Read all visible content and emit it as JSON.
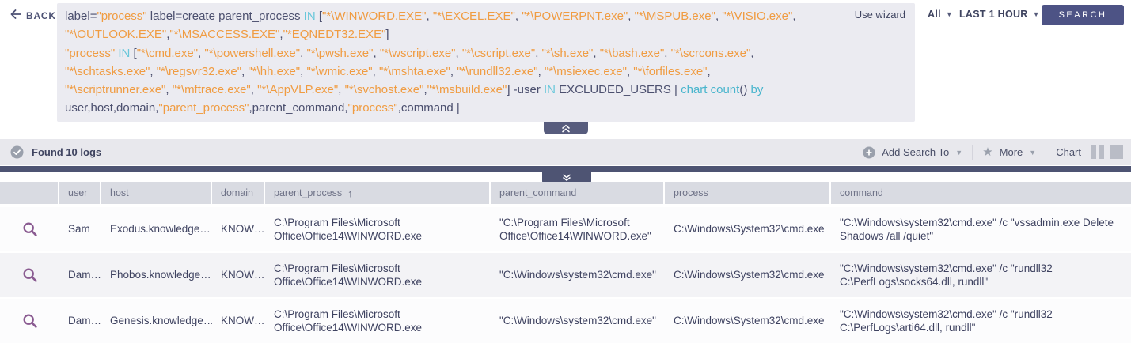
{
  "header": {
    "back_label": "BACK",
    "use_wizard": "Use wizard",
    "scope_label": "All",
    "time_range": "LAST 1 HOUR",
    "search_button": "SEARCH"
  },
  "query": {
    "lines": [
      [
        [
          "d",
          "label="
        ],
        [
          "s",
          "\"process\""
        ],
        [
          "d",
          " label=create parent_process "
        ],
        [
          "k",
          "IN"
        ],
        [
          "d",
          " ["
        ],
        [
          "s",
          "\"*\\WINWORD.EXE\""
        ],
        [
          "d",
          ", "
        ],
        [
          "s",
          "\"*\\EXCEL.EXE\""
        ],
        [
          "d",
          ", "
        ],
        [
          "s",
          "\"*\\POWERPNT.exe\""
        ],
        [
          "d",
          ", "
        ],
        [
          "s",
          "\"*\\MSPUB.exe\""
        ],
        [
          "d",
          ", "
        ],
        [
          "s",
          "\"*\\VISIO.exe\""
        ],
        [
          "d",
          ","
        ]
      ],
      [
        [
          "s",
          "\"*\\OUTLOOK.EXE\""
        ],
        [
          "d",
          ","
        ],
        [
          "s",
          "\"*\\MSACCESS.EXE\""
        ],
        [
          "d",
          ","
        ],
        [
          "s",
          "\"*EQNEDT32.EXE\""
        ],
        [
          "d",
          "]"
        ]
      ],
      [
        [
          "s",
          "\"process\""
        ],
        [
          "d",
          " "
        ],
        [
          "k",
          "IN"
        ],
        [
          "d",
          " ["
        ],
        [
          "s",
          "\"*\\cmd.exe\""
        ],
        [
          "d",
          ", "
        ],
        [
          "s",
          "\"*\\powershell.exe\""
        ],
        [
          "d",
          ", "
        ],
        [
          "s",
          "\"*\\pwsh.exe\""
        ],
        [
          "d",
          ", "
        ],
        [
          "s",
          "\"*\\wscript.exe\""
        ],
        [
          "d",
          ", "
        ],
        [
          "s",
          "\"*\\cscript.exe\""
        ],
        [
          "d",
          ", "
        ],
        [
          "s",
          "\"*\\sh.exe\""
        ],
        [
          "d",
          ", "
        ],
        [
          "s",
          "\"*\\bash.exe\""
        ],
        [
          "d",
          ", "
        ],
        [
          "s",
          "\"*\\scrcons.exe\""
        ],
        [
          "d",
          ","
        ]
      ],
      [
        [
          "s",
          "\"*\\schtasks.exe\""
        ],
        [
          "d",
          ", "
        ],
        [
          "s",
          "\"*\\regsvr32.exe\""
        ],
        [
          "d",
          ", "
        ],
        [
          "s",
          "\"*\\hh.exe\""
        ],
        [
          "d",
          ", "
        ],
        [
          "s",
          "\"*\\wmic.exe\""
        ],
        [
          "d",
          ", "
        ],
        [
          "s",
          "\"*\\mshta.exe\""
        ],
        [
          "d",
          ", "
        ],
        [
          "s",
          "\"*\\rundll32.exe\""
        ],
        [
          "d",
          ", "
        ],
        [
          "s",
          "\"*\\msiexec.exe\""
        ],
        [
          "d",
          ", "
        ],
        [
          "s",
          "\"*\\forfiles.exe\""
        ],
        [
          "d",
          ","
        ]
      ],
      [
        [
          "s",
          "\"*\\scriptrunner.exe\""
        ],
        [
          "d",
          ", "
        ],
        [
          "s",
          "\"*\\mftrace.exe\""
        ],
        [
          "d",
          ", "
        ],
        [
          "s",
          "\"*\\AppVLP.exe\""
        ],
        [
          "d",
          ", "
        ],
        [
          "s",
          "\"*\\svchost.exe\""
        ],
        [
          "d",
          ","
        ],
        [
          "s",
          "\"*\\msbuild.exe\""
        ],
        [
          "d",
          "] -user "
        ],
        [
          "k",
          "IN"
        ],
        [
          "d",
          " EXCLUDED_USERS | "
        ],
        [
          "f",
          "chart count"
        ],
        [
          "d",
          "()"
        ],
        [
          "f",
          " by"
        ]
      ],
      [
        [
          "d",
          "user,host,domain,"
        ],
        [
          "s",
          "\"parent_process\""
        ],
        [
          "d",
          ",parent_command,"
        ],
        [
          "s",
          "\"process\""
        ],
        [
          "d",
          ",command |"
        ]
      ]
    ]
  },
  "results_bar": {
    "found_text": "Found 10 logs",
    "add_search_to": "Add Search To",
    "more": "More",
    "chart": "Chart"
  },
  "table": {
    "columns": [
      "",
      "user",
      "host",
      "domain",
      "parent_process",
      "parent_command",
      "process",
      "command"
    ],
    "sorted_column": "parent_process",
    "sort_direction": "asc",
    "rows": [
      {
        "user": "Sam",
        "host": "Exodus.knowledge…",
        "domain": "KNOW…",
        "parent_process": "C:\\Program Files\\Microsoft Office\\Office14\\WINWORD.exe",
        "parent_command": "\"C:\\Program Files\\Microsoft Office\\Office14\\WINWORD.exe\"",
        "process": "C:\\Windows\\System32\\cmd.exe",
        "command": "\"C:\\Windows\\system32\\cmd.exe\" /c \"vssadmin.exe Delete Shadows /all /quiet\""
      },
      {
        "user": "Dam…",
        "host": "Phobos.knowledge…",
        "domain": "KNOW…",
        "parent_process": "C:\\Program Files\\Microsoft Office\\Office14\\WINWORD.exe",
        "parent_command": "\"C:\\Windows\\system32\\cmd.exe\"",
        "process": "C:\\Windows\\System32\\cmd.exe",
        "command": "\"C:\\Windows\\system32\\cmd.exe\" /c \"rundll32 C:\\PerfLogs\\socks64.dll, rundll\""
      },
      {
        "user": "Dam…",
        "host": "Genesis.knowledge…",
        "domain": "KNOW…",
        "parent_process": "C:\\Program Files\\Microsoft Office\\Office14\\WINWORD.exe",
        "parent_command": "\"C:\\Windows\\system32\\cmd.exe\"",
        "process": "C:\\Windows\\System32\\cmd.exe",
        "command": "\"C:\\Windows\\system32\\cmd.exe\" /c \"rundll32 C:\\PerfLogs\\arti64.dll, rundll\""
      }
    ]
  },
  "colors": {
    "accent_button": "#4d5385",
    "query_background": "#ebebf1",
    "query_text": "#4b4f6e",
    "query_string": "#f09c42",
    "query_keyword": "#68c7da",
    "query_function": "#49b5cd",
    "dark_bar": "#4e5473",
    "table_header_bg": "#d9dbe2",
    "magnifier_icon": "#8a5b91",
    "muted_icon": "#9aa0ac"
  }
}
